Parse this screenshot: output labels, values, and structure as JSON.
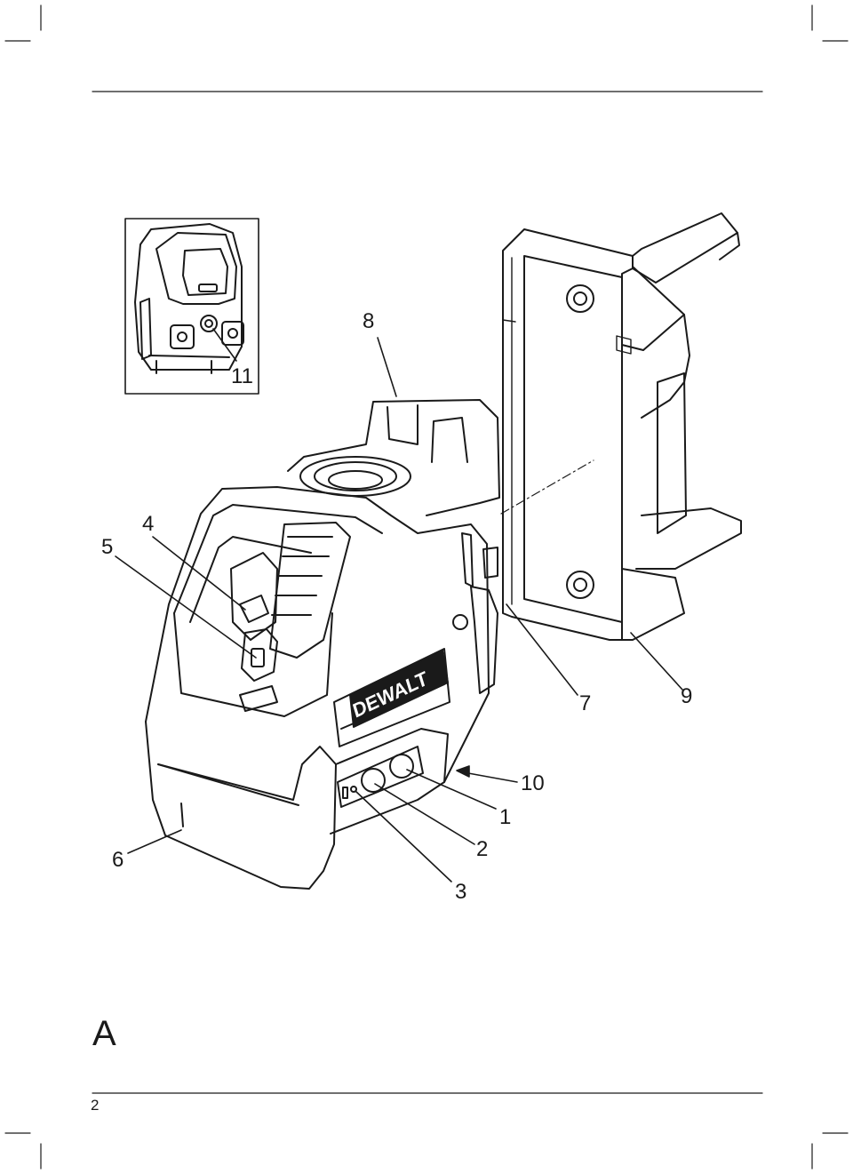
{
  "figure": {
    "letter": "A",
    "callouts": [
      "1",
      "2",
      "3",
      "4",
      "5",
      "6",
      "7",
      "8",
      "9",
      "10",
      "11"
    ],
    "brand_logo_text": "DEWALT"
  },
  "page": {
    "number": "2"
  }
}
